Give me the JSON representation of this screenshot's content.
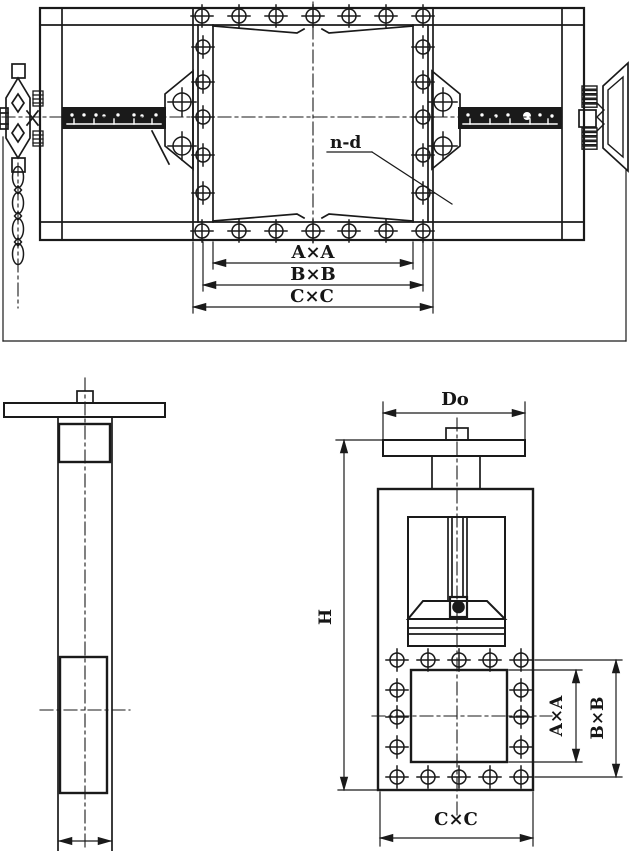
{
  "drawing": {
    "background_color": "#ffffff",
    "line_color": "#1a1a1a",
    "labels": {
      "top": {
        "nd": "n-d",
        "axa": "A×A",
        "bxb": "B×B",
        "cxc": "C×C"
      },
      "front": {
        "d0": "Do",
        "h": "H",
        "axa": "A×A",
        "bxb": "B×B",
        "cxc": "C×C"
      }
    }
  }
}
